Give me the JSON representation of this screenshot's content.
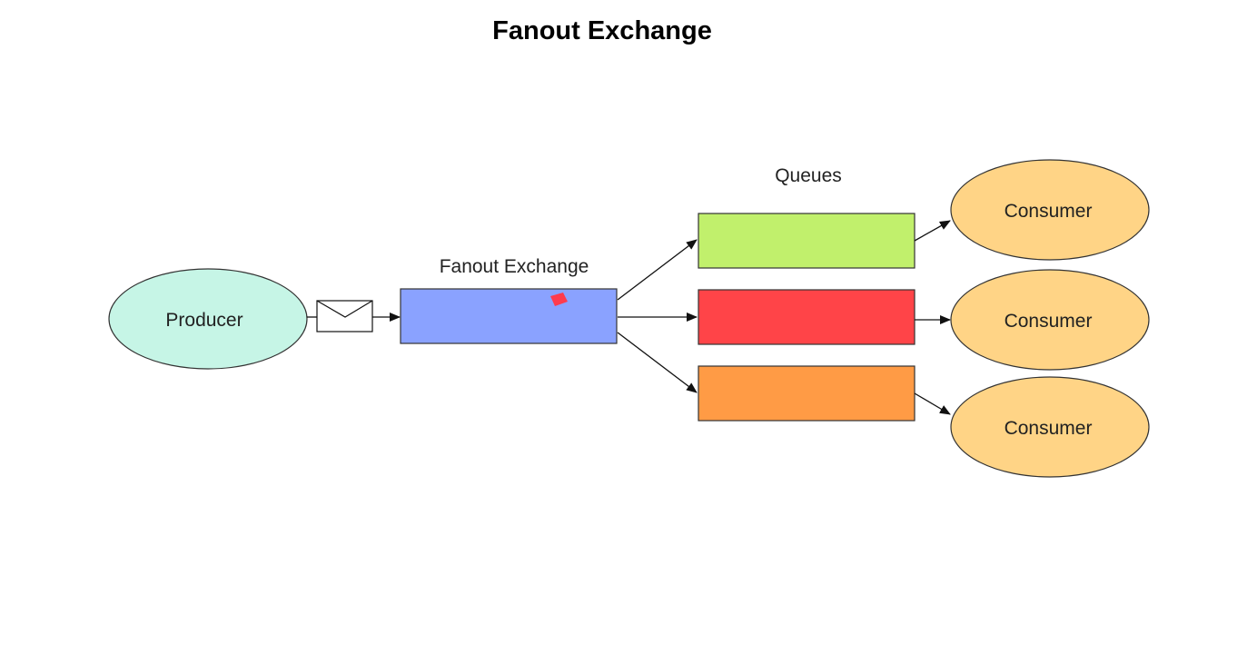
{
  "title": "Fanout Exchange",
  "producer": {
    "label": "Producer",
    "color": "#c6f5e6"
  },
  "message": {
    "icon": "envelope-icon"
  },
  "exchange": {
    "caption": "Fanout Exchange",
    "color": "#8aa2ff"
  },
  "queues": {
    "caption": "Queues",
    "items": [
      {
        "color": "#c1f06c"
      },
      {
        "color": "#ff4448"
      },
      {
        "color": "#ff9b45"
      }
    ]
  },
  "consumers": [
    {
      "label": "Consumer",
      "color": "#ffd486"
    },
    {
      "label": "Consumer",
      "color": "#ffd486"
    },
    {
      "label": "Consumer",
      "color": "#ffd486"
    }
  ],
  "colors": {
    "stroke": "#333333",
    "text": "#222222",
    "cursor_mark": "#ff3b4e"
  }
}
